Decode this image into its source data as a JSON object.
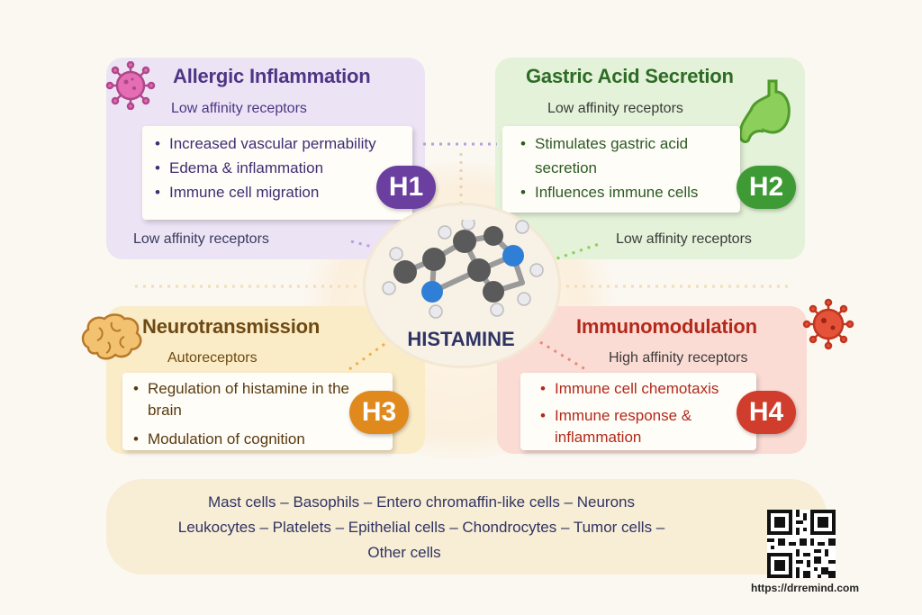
{
  "center": {
    "label": "HISTAMINE"
  },
  "h1": {
    "title": "Allergic Inflammation",
    "subtitle": "Low affinity receptors",
    "bullets": [
      "Increased vascular permability",
      "Edema & inflammation",
      "Immune cell migration"
    ],
    "badge": "H1",
    "side_label": "Low affinity receptors",
    "color": "#6b3fa0"
  },
  "h2": {
    "title": "Gastric Acid Secretion",
    "subtitle": "Low affinity receptors",
    "bullets": [
      "Stimulates gastric acid secretion",
      "Influences immune cells"
    ],
    "badge": "H2",
    "side_label": "Low affinity receptors",
    "color": "#3e9a35"
  },
  "h3": {
    "title": "Neurotransmission",
    "subtitle": "Autoreceptors",
    "bullets": [
      "Regulation of histamine in the brain",
      "Modulation of cognition"
    ],
    "badge": "H3",
    "color": "#e08a1e"
  },
  "h4": {
    "title": "Immunomodulation",
    "subtitle": "High affinity receptors",
    "bullets": [
      "Immune cell chemotaxis",
      "Immune response & inflammation"
    ],
    "badge": "H4",
    "color": "#d13d2c"
  },
  "cells": {
    "line1": "Mast cells – Basophils – Entero chromaffin-like cells – Neurons",
    "line2": "Leukocytes – Platelets – Epithelial cells – Chondrocytes – Tumor cells –",
    "line3": "Other cells"
  },
  "footer": {
    "url": "https://drremind.com"
  },
  "icons": [
    "virus-icon",
    "stomach-icon",
    "brain-icon",
    "pathogen-icon",
    "qr-code-icon",
    "histamine-molecule-icon"
  ]
}
